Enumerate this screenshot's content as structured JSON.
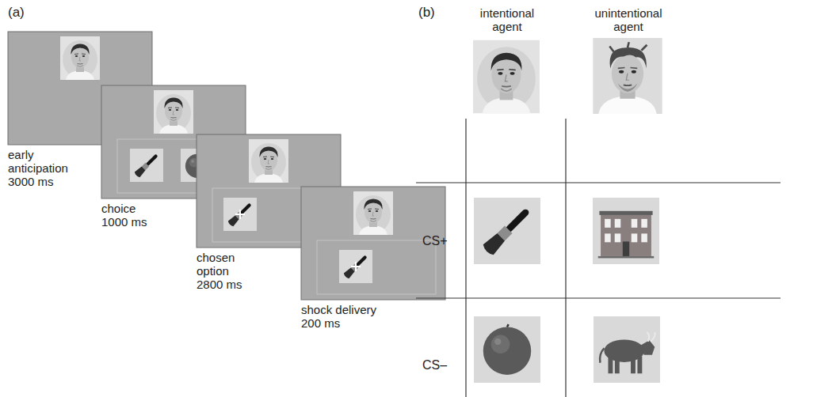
{
  "diagram": {
    "labels": [
      "(a)",
      "(b)",
      "early anticipation 3000 ms",
      "choice 1000 ms",
      "chosen option 2800 ms",
      "shock delivery 200 ms",
      "intentional agent",
      "unintentional agent",
      "CS+",
      "CS–"
    ]
  }
}
